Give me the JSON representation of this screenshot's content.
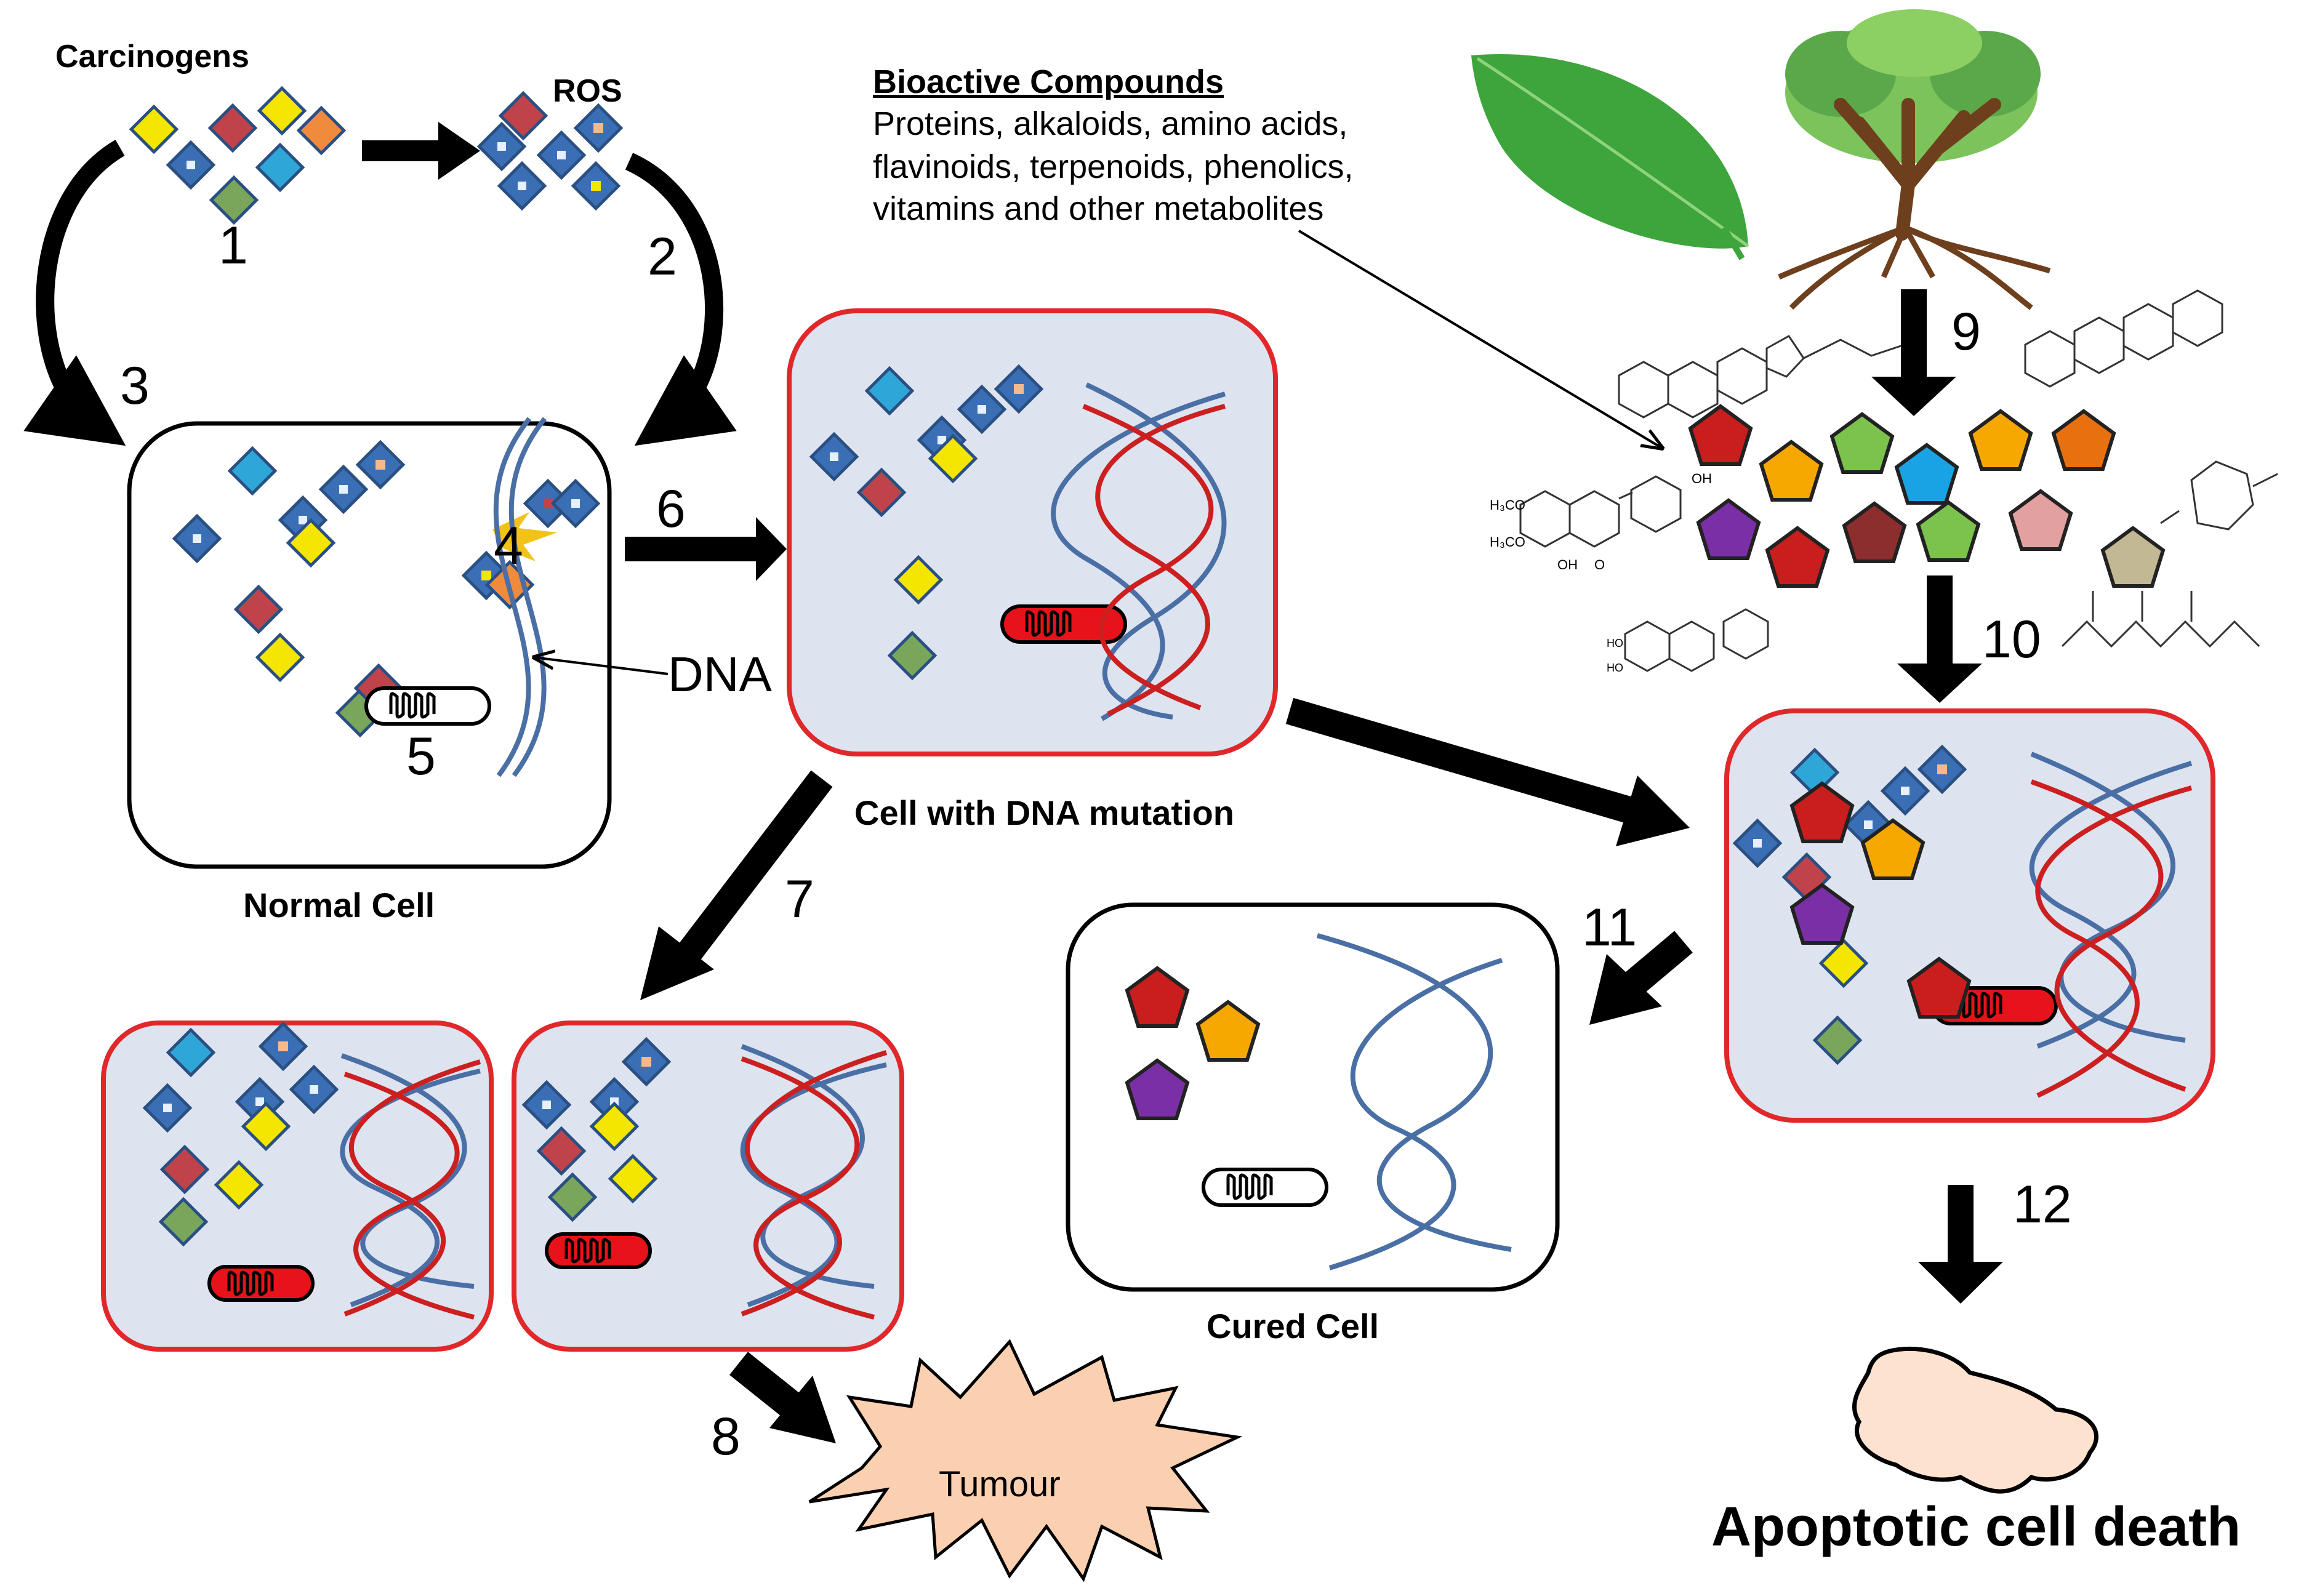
{
  "labels": {
    "carcinogens": "Carcinogens",
    "ros": "ROS",
    "dna": "DNA",
    "normal_cell": "Normal Cell",
    "cell_with_dna_mutation": "Cell with DNA mutation",
    "cured_cell": "Cured Cell",
    "tumour": "Tumour",
    "apoptotic_cell_death": "Apoptotic cell death"
  },
  "bioactive": {
    "title": "Bioactive Compounds",
    "lines": [
      "Proteins, alkaloids, amino acids,",
      "flavinoids, terpenoids, phenolics,",
      "vitamins and other metabolites"
    ]
  },
  "steps": [
    "1",
    "2",
    "3",
    "4",
    "5",
    "6",
    "7",
    "8",
    "9",
    "10",
    "11",
    "12"
  ],
  "chem_labels": {
    "h3co_1": "H₃CO",
    "h3co_2": "H₃CO",
    "oh_1": "OH",
    "oh_2": "OH",
    "o": "O",
    "ho_1": "HO",
    "ho_2": "HO"
  },
  "colors": {
    "cell_fill": "#dde3ef",
    "mutation_border": "#e0282b",
    "normal_border": "#000000",
    "dna_blue": "#4a6fa5",
    "dna_red": "#cc1f1f",
    "tumour_fill": "#fbd0b0",
    "apoptotic_fill": "#fde3cf",
    "leaf_green": "#3ea53c"
  }
}
